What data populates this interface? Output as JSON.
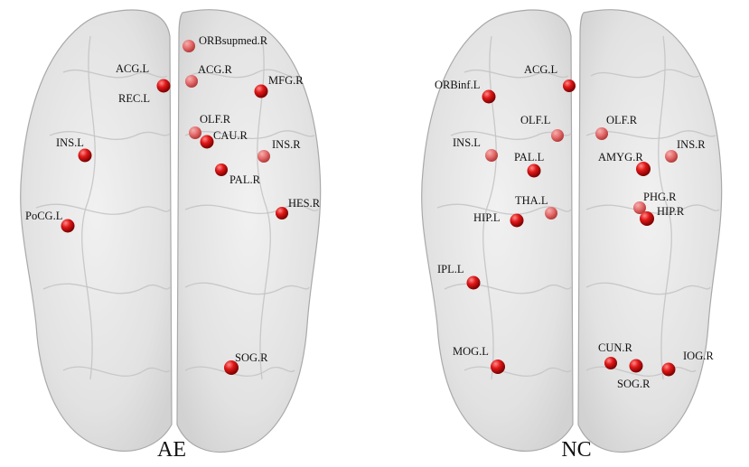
{
  "node_color": "#e01818",
  "panels": [
    {
      "caption": "AE",
      "nodes": [
        {
          "label": "ORBsupmed.R"
        },
        {
          "label": "ACG.L"
        },
        {
          "label": "REC.L"
        },
        {
          "label": "ACG.R"
        },
        {
          "label": "MFG.R"
        },
        {
          "label": "OLF.R"
        },
        {
          "label": "CAU.R"
        },
        {
          "label": "INS.L"
        },
        {
          "label": "INS.R"
        },
        {
          "label": "PAL.R"
        },
        {
          "label": "HES.R"
        },
        {
          "label": "PoCG.L"
        },
        {
          "label": "SOG.R"
        }
      ]
    },
    {
      "caption": "NC",
      "nodes": [
        {
          "label": "ORBinf.L"
        },
        {
          "label": "ACG.L"
        },
        {
          "label": "OLF.L"
        },
        {
          "label": "OLF.R"
        },
        {
          "label": "INS.L"
        },
        {
          "label": "PAL.L"
        },
        {
          "label": "AMYG.R"
        },
        {
          "label": "INS.R"
        },
        {
          "label": "THA.L"
        },
        {
          "label": "HIP.L"
        },
        {
          "label": "PHG.R"
        },
        {
          "label": "HIP.R"
        },
        {
          "label": "IPL.L"
        },
        {
          "label": "MOG.L"
        },
        {
          "label": "CUN.R"
        },
        {
          "label": "IOG.R"
        },
        {
          "label": "SOG.R"
        }
      ]
    }
  ]
}
